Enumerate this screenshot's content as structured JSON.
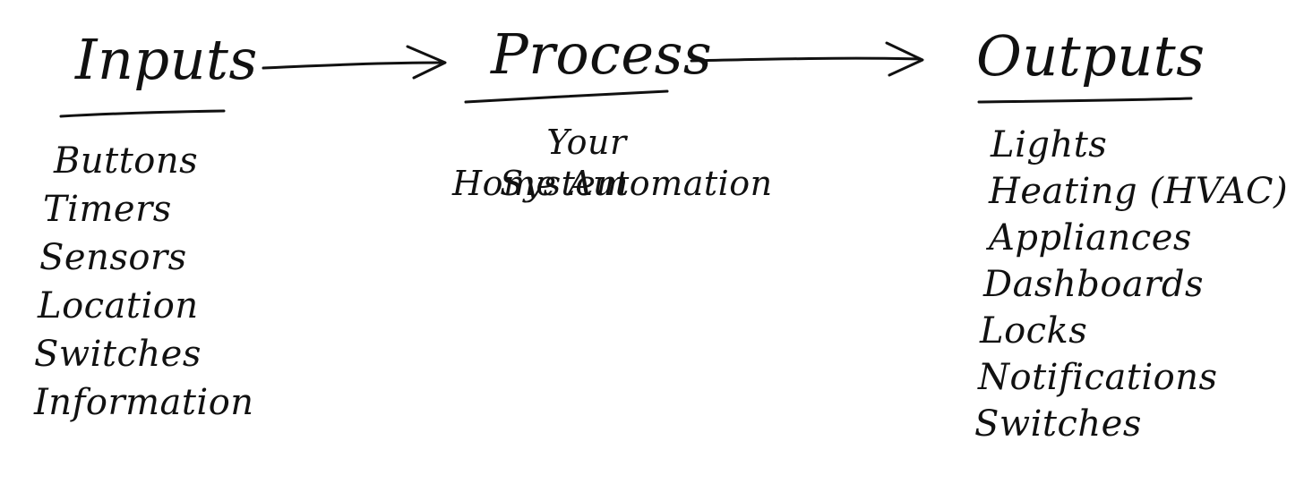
{
  "flow": {
    "inputs": {
      "heading": "Inputs",
      "items": [
        "Buttons",
        "Timers",
        "Sensors",
        "Location",
        "Switches",
        "Information"
      ]
    },
    "process": {
      "heading": "Process",
      "description_lines": [
        "Your",
        "Home Automation",
        "System"
      ]
    },
    "outputs": {
      "heading": "Outputs",
      "items": [
        "Lights",
        "Heating (HVAC)",
        "Appliances",
        "Dashboards",
        "Locks",
        "Notifications",
        "Switches"
      ]
    }
  },
  "colors": {
    "ink": "#111111",
    "background": "#ffffff"
  }
}
